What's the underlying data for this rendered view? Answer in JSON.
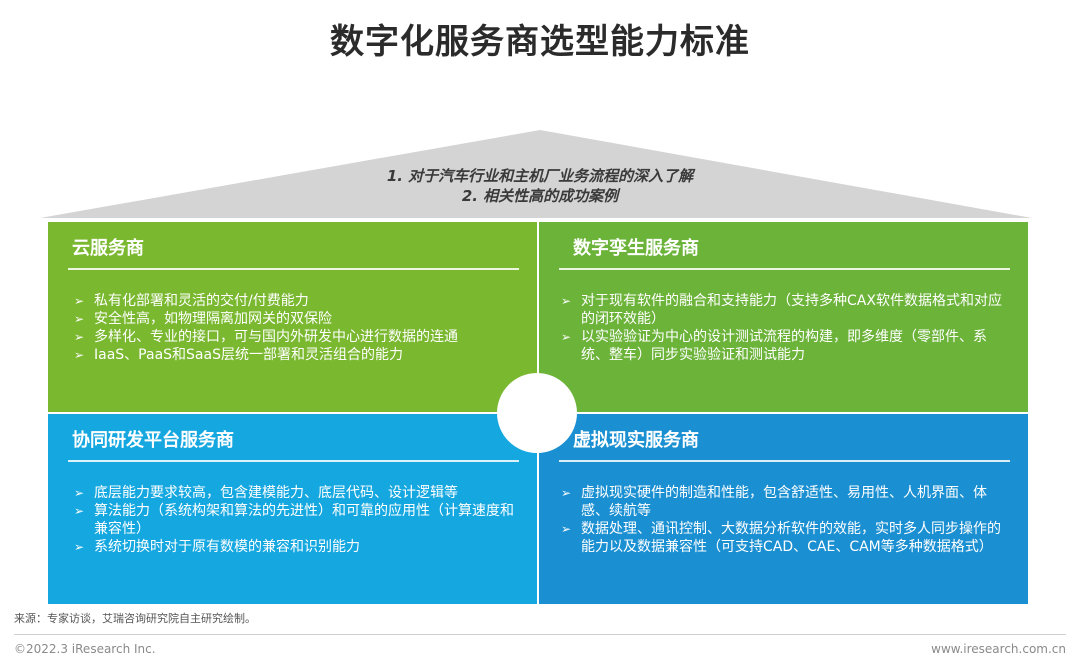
{
  "title": "数字化服务商选型能力标准",
  "roof": {
    "line1": "1. 对于汽车行业和主机厂业务流程的深入了解",
    "line2": "2. 相关性高的成功案例"
  },
  "quadrants": {
    "cloud": {
      "heading": "云服务商",
      "items": [
        "私有化部署和灵活的交付/付费能力",
        "安全性高，如物理隔离加网关的双保险",
        "多样化、专业的接口，可与国内外研发中心进行数据的连通",
        "IaaS、PaaS和SaaS层统一部署和灵活组合的能力"
      ]
    },
    "twin": {
      "heading": "数字孪生服务商",
      "items": [
        "对于现有软件的融合和支持能力（支持多种CAX软件数据格式和对应的闭环效能）",
        "以实验验证为中心的设计测试流程的构建，即多维度（零部件、系统、整车）同步实验验证和测试能力"
      ]
    },
    "collab": {
      "heading": "协同研发平台服务商",
      "items": [
        "底层能力要求较高，包含建模能力、底层代码、设计逻辑等",
        "算法能力（系统构架和算法的先进性）和可靠的应用性（计算速度和兼容性）",
        "系统切换时对于原有数模的兼容和识别能力"
      ]
    },
    "vr": {
      "heading": "虚拟现实服务商",
      "items": [
        "虚拟现实硬件的制造和性能，包含舒适性、易用性、人机界面、体感、续航等",
        "数据处理、通讯控制、大数据分析软件的效能，实时多人同步操作的能力以及数据兼容性（可支持CAD、CAE、CAM等多种数据格式）"
      ]
    }
  },
  "bullet_symbol": "➢",
  "footer": {
    "source": "来源：专家访谈，艾瑞咨询研究院自主研究绘制。",
    "copyright": "©2022.3 iResearch Inc.",
    "website": "www.iresearch.com.cn"
  }
}
